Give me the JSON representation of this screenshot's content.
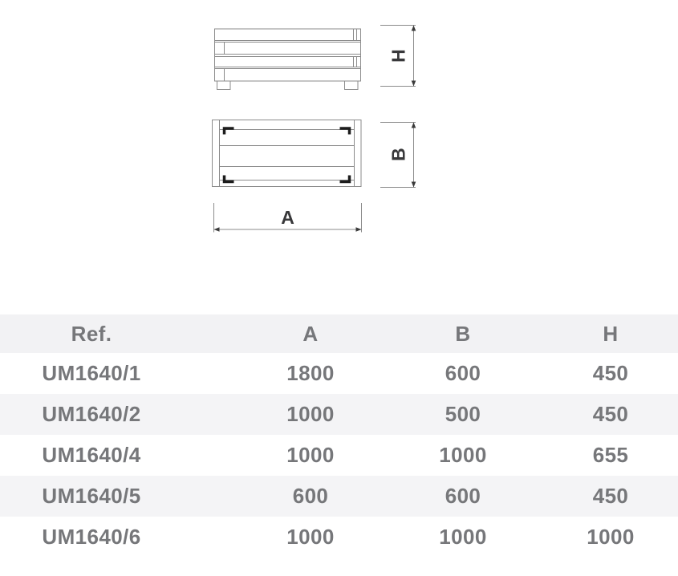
{
  "drawing": {
    "labels": {
      "h": "H",
      "b": "B",
      "a": "A"
    }
  },
  "table": {
    "columns": [
      "Ref.",
      "A",
      "B",
      "H"
    ],
    "rows": [
      {
        "ref": "UM1640/1",
        "a": "1800",
        "b": "600",
        "h": "450"
      },
      {
        "ref": "UM1640/2",
        "a": "1000",
        "b": "500",
        "h": "450"
      },
      {
        "ref": "UM1640/4",
        "a": "1000",
        "b": "1000",
        "h": "655"
      },
      {
        "ref": "UM1640/5",
        "a": "600",
        "b": "600",
        "h": "450"
      },
      {
        "ref": "UM1640/6",
        "a": "1000",
        "b": "1000",
        "h": "1000"
      }
    ]
  },
  "colors": {
    "header_bg": "#f2f2f4",
    "alt_row_bg": "#f4f4f6",
    "table_text": "#76777a",
    "drawing_line": "#8b8b8b",
    "drawing_dark": "#38383a",
    "bracket": "#1c1c1c"
  }
}
